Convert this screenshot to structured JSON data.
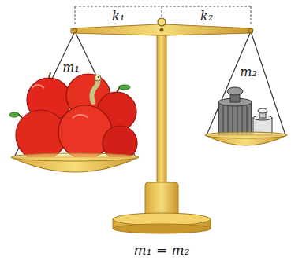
{
  "diagram": {
    "labels": [
      "k₁",
      "k₂",
      "m₁",
      "m₂",
      "m₁ = m₂"
    ]
  }
}
